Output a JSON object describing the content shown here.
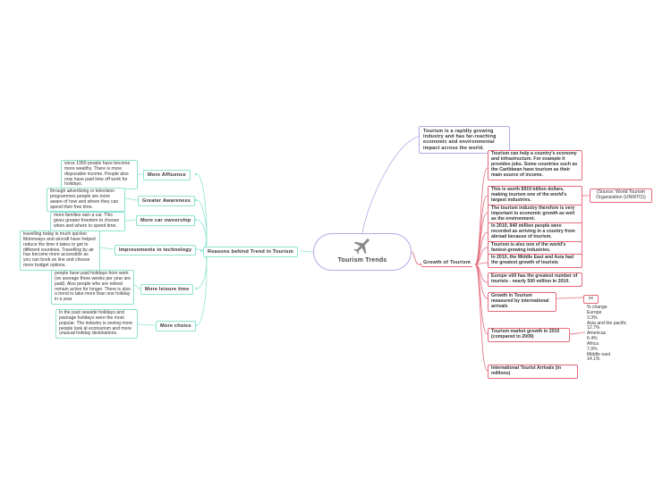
{
  "central": {
    "title": "Tourism Trends",
    "icon": "airplane-icon"
  },
  "colors": {
    "left_branch": "#8de3d0",
    "right_branch": "#e36a7a",
    "top_branch": "#b9a6e6"
  },
  "intro": "Tourism is a rapidly growing industry and has far-reaching economic and environmental impact across the world.",
  "left": {
    "main": "Reasons behind Trend in Tourism",
    "topics": [
      {
        "label": "More Affluence",
        "note": "since 1950 people have become more wealthy. There is more disposable income. People also now have paid time off work for holidays."
      },
      {
        "label": "Greater Awareness",
        "note": "through advertising or television programmes people are more aware of how and where they can spend their free time."
      },
      {
        "label": "More car ownership",
        "note": "more families own a car. This gives greater freedom to choose when and where to spend time."
      },
      {
        "label": "Improvements in technology",
        "note": "travelling today is much quicker. Motorways and aircraft have helped reduce the time it takes to get to different countries. Travelling by air has become more accessible as you can book on line and choose more budget options."
      },
      {
        "label": "More leisure time",
        "note": "people have paid holidays from work (on average three weeks per year are paid). Also people who are retired remain active for longer. There is also a trend to take more than one holiday in a year"
      },
      {
        "label": "More choice",
        "note": "In the past seaside holidays and package holidays were the most popular. The industry is seeing more people look at ecotourism and more unusual holiday destinations."
      }
    ]
  },
  "right": {
    "main": "Growth of Tourism",
    "items": [
      "Tourism can help a country's economy and infrastructure. For example it provides jobs. Some countries such as the Caribbean have tourism as their main source of income.",
      "This is worth $919 billion dollars, making tourism one of the world's largest industries.",
      "The tourism industry therefore is very important to economic growth as well as the environment.",
      "In 2010, 940 million people were recorded as arriving in a country from abroad because of tourism.",
      "Tourism is also one of the world's fastest-growing industries.",
      "In 2010, the Middle East and Asia had the greatest growth of tourists",
      "Europe still has the greatest number of tourists - nearly 500 million in 2010.",
      "Growth in Tourism measured by international arrivals",
      "Tourism market growth in 2010 (compared to 2009)",
      "International Tourist Arrivals (in millions)"
    ],
    "source_note": "(Source: World Tourism Organization (UNWTO))",
    "small_box": "xx",
    "market_growth_list": "% change\nEurope\n3.3%\nAsia and the pacific\n12.7%\nAmericas\n6.4%\nAfrica\n7.9%\nMiddle east\n14.1%"
  }
}
